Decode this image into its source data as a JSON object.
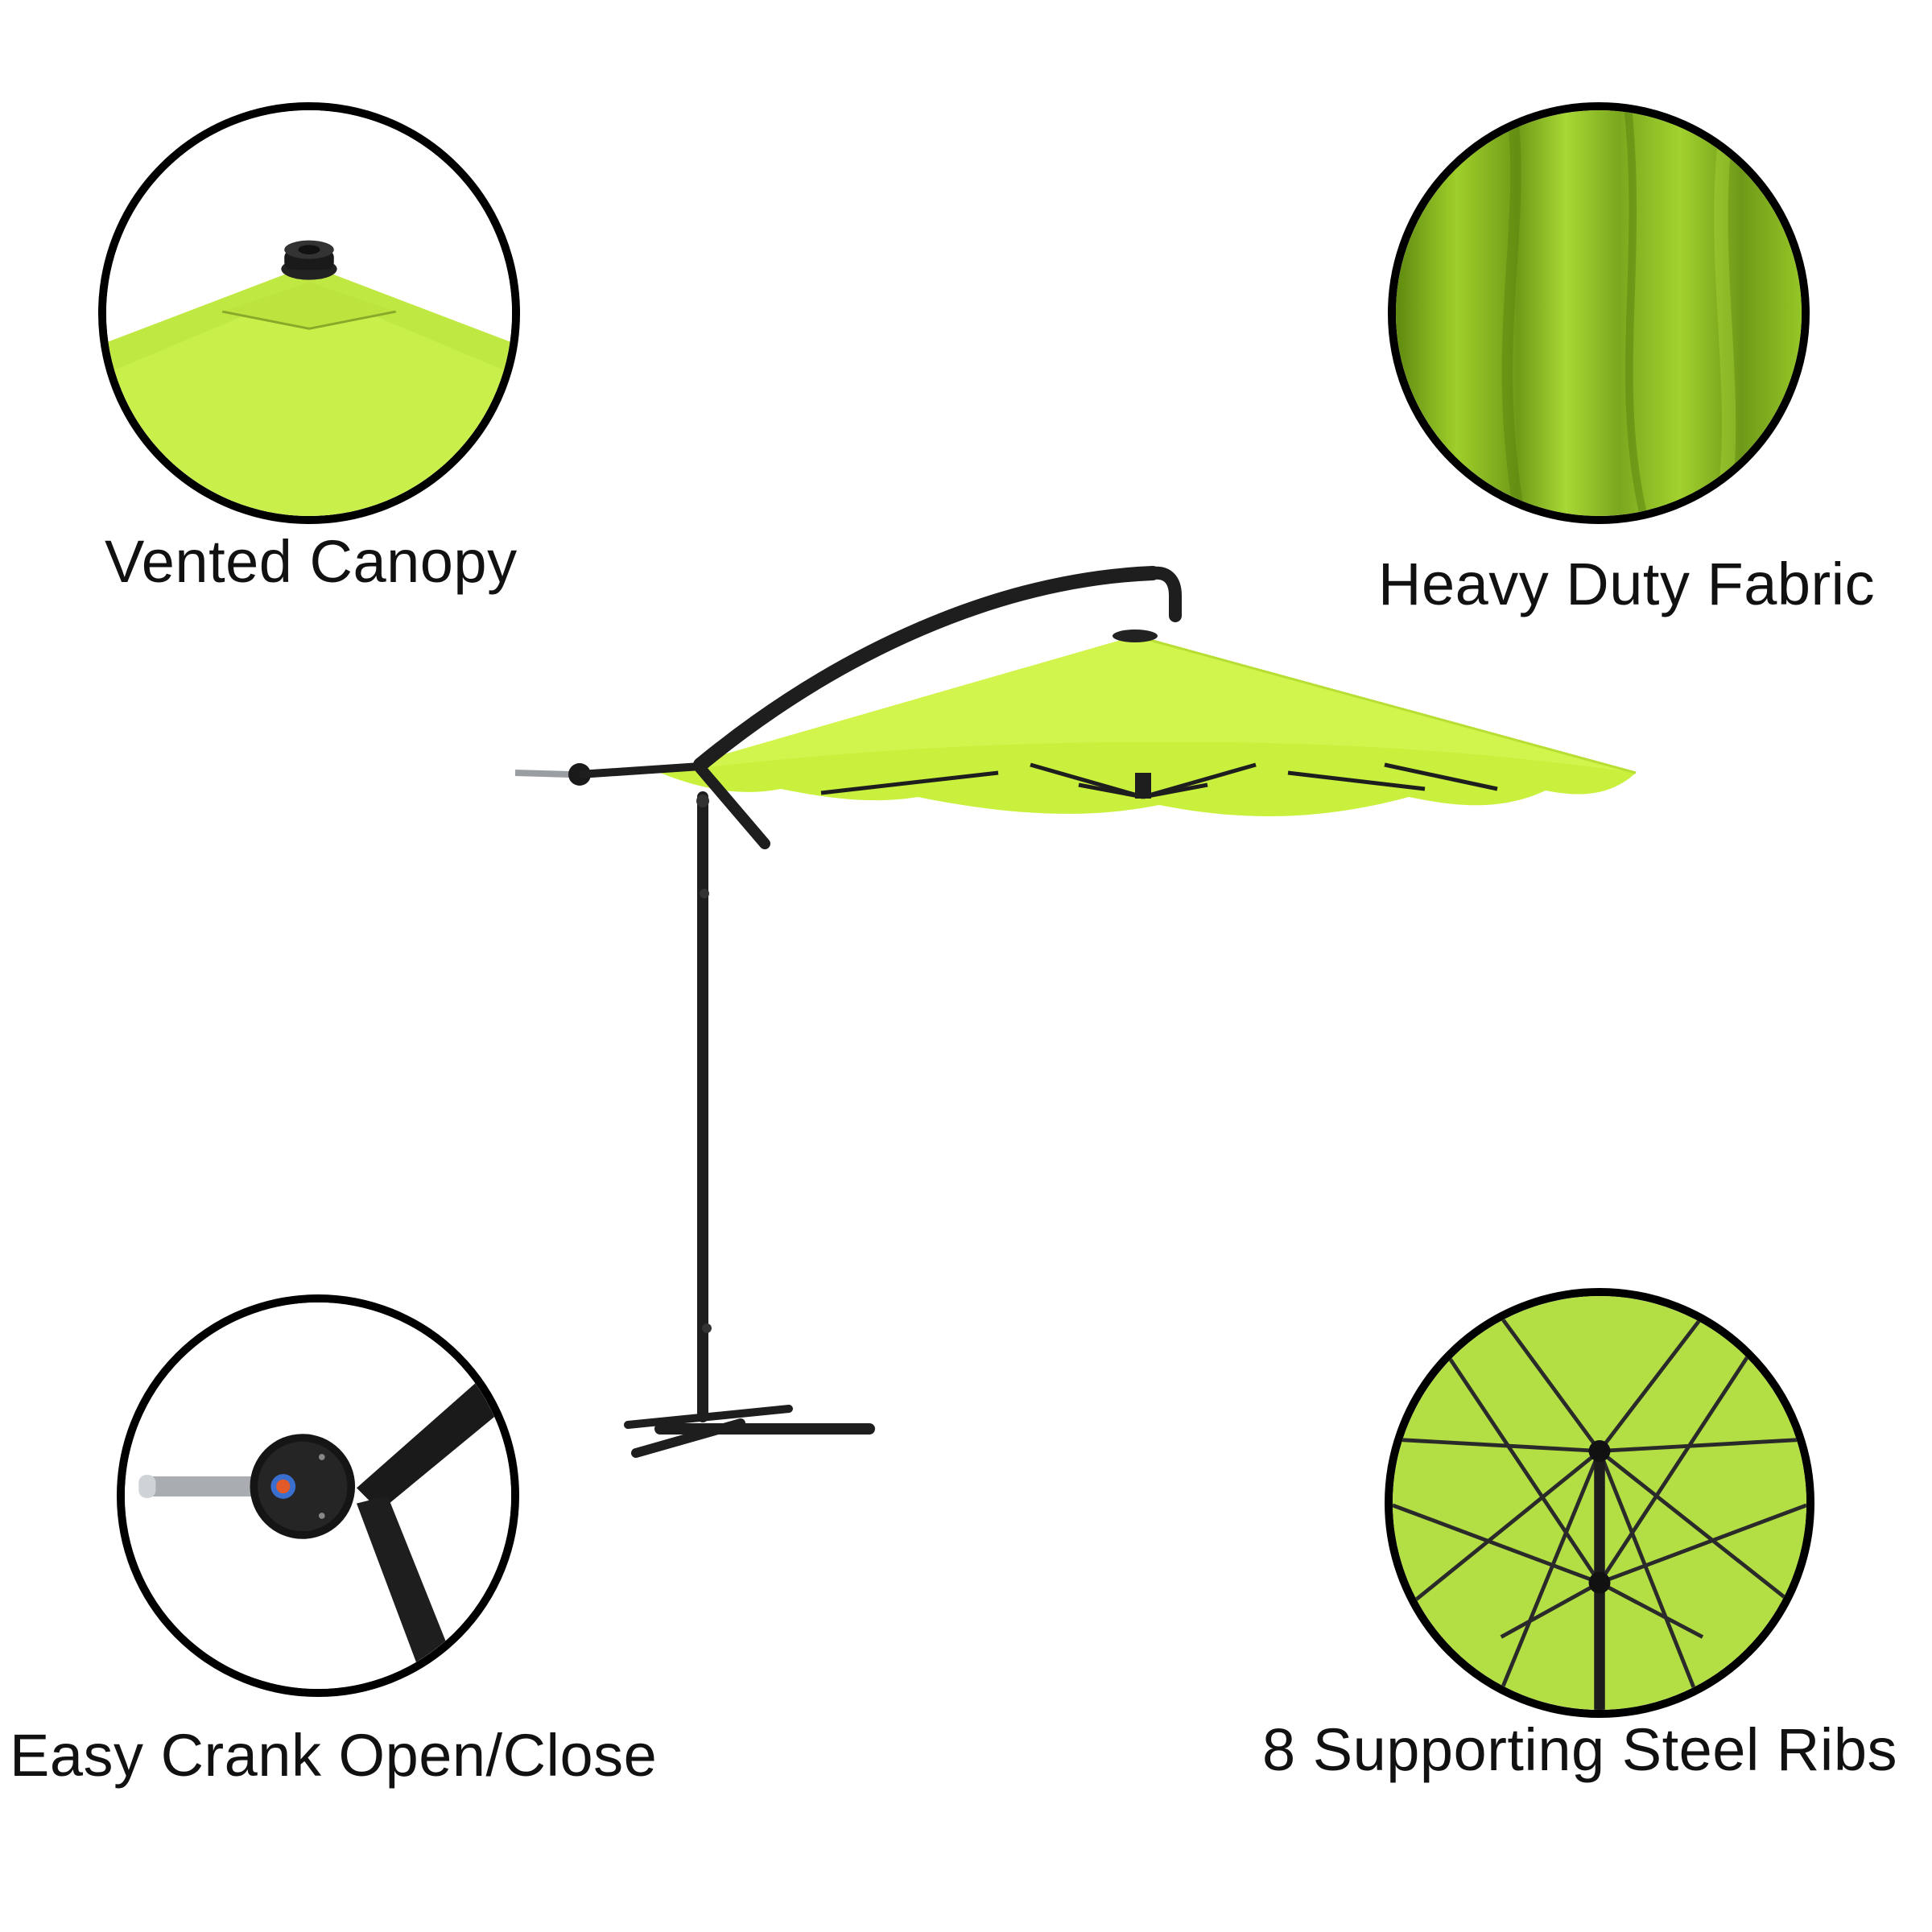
{
  "features": {
    "vented_canopy": {
      "label": "Vented Canopy",
      "icon": "vented-canopy-closeup"
    },
    "heavy_duty_fabric": {
      "label": "Heavy Duty Fabric",
      "icon": "fabric-closeup"
    },
    "easy_crank": {
      "label": "Easy Crank Open/Close",
      "icon": "crank-closeup"
    },
    "steel_ribs": {
      "label": "8 Supporting Steel Ribs",
      "icon": "ribs-closeup"
    }
  },
  "colors": {
    "canopy": "#c5ef3e",
    "frame": "#1e1e1e",
    "background": "#ffffff"
  }
}
